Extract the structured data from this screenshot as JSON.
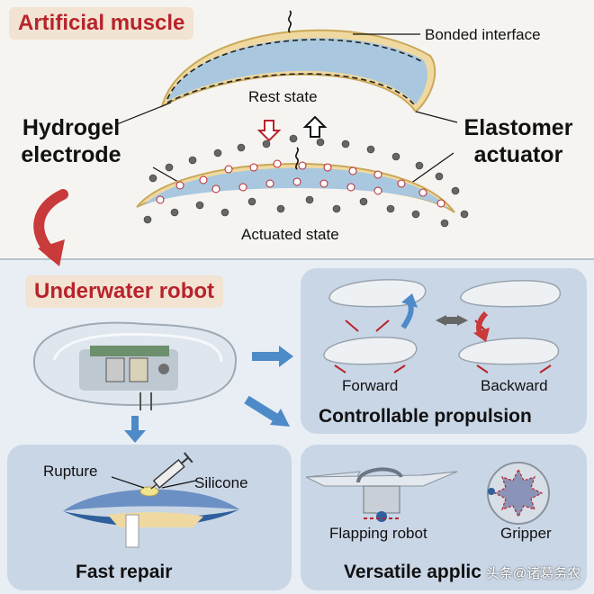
{
  "top": {
    "section_title": "Artificial muscle",
    "bonded_interface": "Bonded interface",
    "rest_state": "Rest state",
    "hydrogel_electrode": [
      "Hydrogel",
      "electrode"
    ],
    "elastomer_actuator": [
      "Elastomer",
      "actuator"
    ],
    "actuated_state": "Actuated state"
  },
  "bottom": {
    "section_title": "Underwater robot",
    "propulsion": {
      "forward": "Forward",
      "backward": "Backward",
      "title": "Controllable propulsion"
    },
    "repair": {
      "rupture": "Rupture",
      "silicone": "Silicone",
      "title": "Fast repair"
    },
    "applications": {
      "flapping_robot": "Flapping robot",
      "gripper": "Gripper",
      "title": "Versatile applic",
      "watermark": "头条@诸葛务农"
    }
  },
  "colors": {
    "accent_red": "#b8232b",
    "badge_bg": "#f2e3d2",
    "hydrogel_blue": "#a9c8df",
    "elastomer_yellow": "#f0d9a0",
    "card_bg": "#c9d6e6",
    "arrow_blue": "#4e8ac8"
  }
}
